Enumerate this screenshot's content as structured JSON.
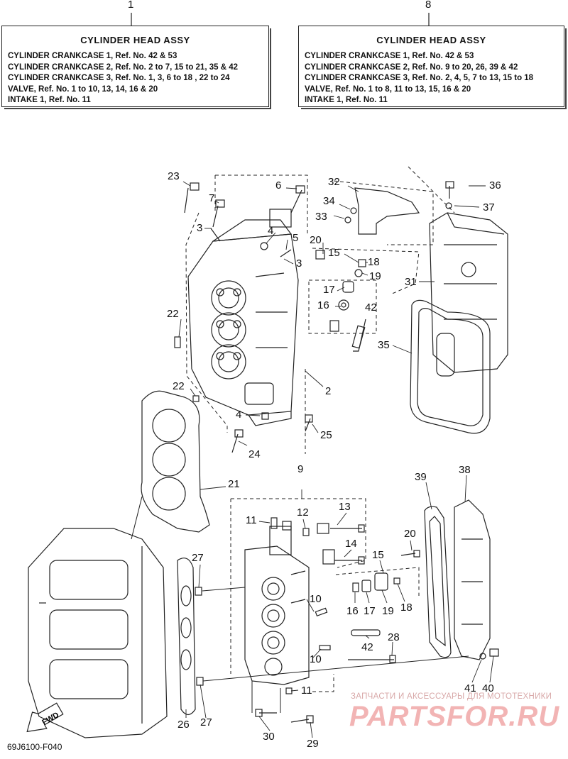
{
  "box1": {
    "ref": "1",
    "title": "CYLINDER HEAD ASSY",
    "lines": [
      "CYLINDER CRANKCASE 1, Ref. No. 42 & 53",
      "CYLINDER CRANKCASE 2, Ref. No. 2 to 7, 15 to 21, 35 & 42",
      "CYLINDER CRANKCASE 3, Ref. No. 1, 3, 6 to 18 , 22 to 24",
      "VALVE, Ref. No. 1 to 10, 13, 14, 16 & 20",
      "INTAKE 1, Ref. No. 11"
    ]
  },
  "box2": {
    "ref": "8",
    "title": "CYLINDER HEAD ASSY",
    "lines": [
      "CYLINDER CRANKCASE 1, Ref. No. 42 & 53",
      "CYLINDER CRANKCASE 2, Ref. No. 9 to 20, 26, 39 & 42",
      "CYLINDER CRANKCASE 3, Ref. No. 2, 4, 5, 7 to 13, 15 to 18",
      "VALVE, Ref. No. 1 to 8, 11 to 13, 15, 16 & 20",
      "INTAKE 1, Ref. No. 11"
    ]
  },
  "callouts": {
    "c23": "23",
    "c7": "7",
    "c6": "6",
    "c3a": "3",
    "c4a": "4",
    "c5": "5",
    "c3b": "3",
    "c32": "32",
    "c34": "34",
    "c33": "33",
    "c36": "36",
    "c37": "37",
    "c20a": "20",
    "c15a": "15",
    "c18a": "18",
    "c19a": "19",
    "c17a": "17",
    "c16a": "16",
    "c42a": "42",
    "c31": "31",
    "c22a": "22",
    "c35": "35",
    "c2": "2",
    "c22b": "22",
    "c4b": "4",
    "c25": "25",
    "c24": "24",
    "c21": "21",
    "c9": "9",
    "c39": "39",
    "c38": "38",
    "c11a": "11",
    "c12": "12",
    "c13": "13",
    "c14": "14",
    "c20b": "20",
    "c15b": "15",
    "c27a": "27",
    "c10a": "10",
    "c16b": "16",
    "c17b": "17",
    "c19b": "19",
    "c18b": "18",
    "c42b": "42",
    "c28": "28",
    "c10b": "10",
    "c11b": "11",
    "c41": "41",
    "c40": "40",
    "c26": "26",
    "c27b": "27",
    "c30": "30",
    "c29": "29"
  },
  "fwd_label": "FWD",
  "diagram_code": "69J6100-F040",
  "watermark": {
    "line1": "ЗАПЧАСТИ И АКСЕССУАРЫ ДЛЯ МОТОТЕХНИКИ",
    "line2": "PARTSFOR.RU"
  }
}
